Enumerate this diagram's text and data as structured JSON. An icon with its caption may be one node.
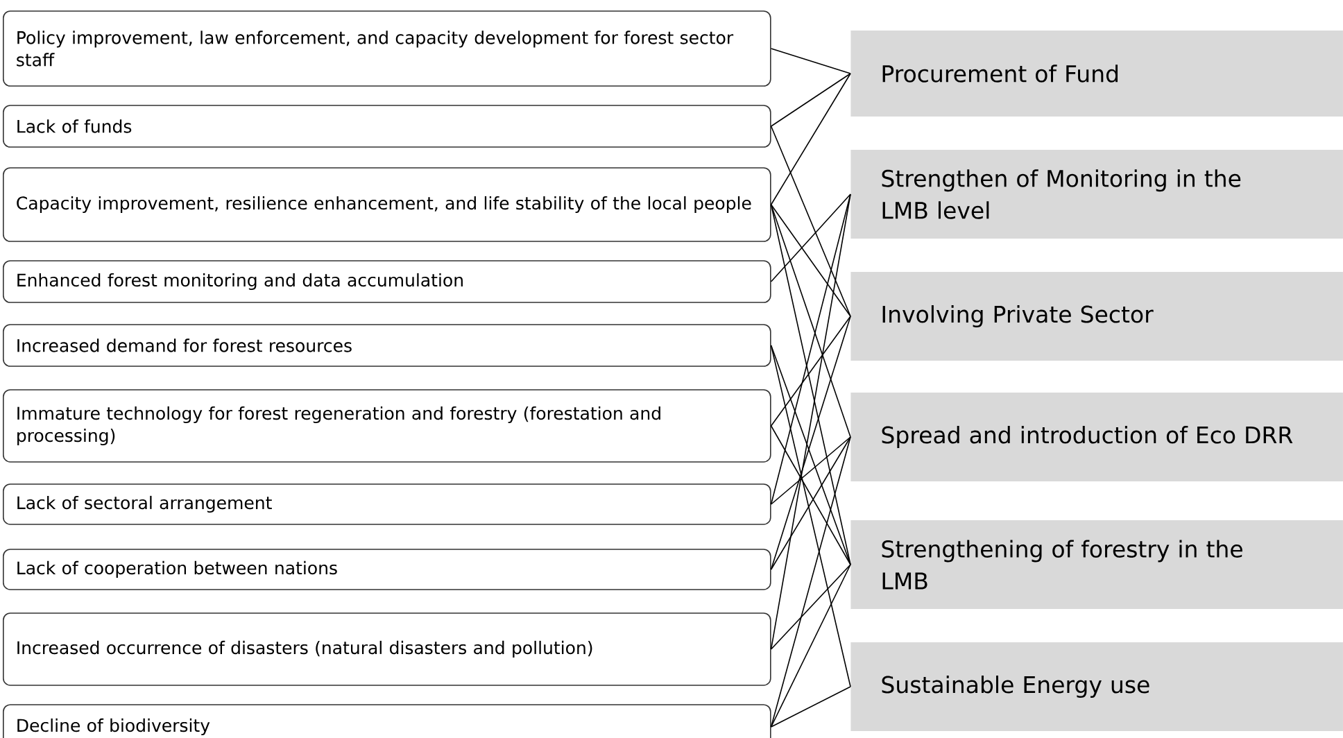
{
  "diagram": {
    "nodes": [
      {
        "text": [
          "Policy improvement, law enforcement, and capacity development for forest sector staff"
        ]
      },
      {
        "text": [
          "Lack of funds"
        ]
      },
      {
        "text": [
          "Capacity improvement, resilience  enhancement, and life stability of the local people"
        ]
      },
      {
        "text": [
          "Enhanced forest monitoring and data accumulation"
        ]
      },
      {
        "text": [
          "Increased demand for forest resources"
        ]
      },
      {
        "text": [
          "Immature technology for forest regeneration and forestry (forestation and processing)"
        ]
      },
      {
        "text": [
          "Lack of sectoral arrangement"
        ]
      },
      {
        "text": [
          "Lack of cooperation between nations"
        ]
      },
      {
        "text": [
          "Increased occurrence of disasters (natural disasters and pollution)"
        ]
      },
      {
        "text": [
          "Decline of biodiversity"
        ]
      },
      {
        "text": [
          "Procurement of Fund"
        ]
      },
      {
        "text": [
          "Strengthen of Monitoring in the LMB level"
        ]
      },
      {
        "text": [
          "Involving Private Sector"
        ]
      },
      {
        "text": [
          "Spread and introduction of Eco DRR"
        ]
      },
      {
        "text": [
          "Strengthening of forestry in the LMB"
        ]
      },
      {
        "text": [
          "Sustainable Energy use"
        ]
      }
    ],
    "edges": [
      {
        "from": 0,
        "to": 10,
        "arrow": "none"
      },
      {
        "from": 1,
        "to": 10,
        "arrow": "none"
      },
      {
        "from": 2,
        "to": 10,
        "arrow": "none"
      },
      {
        "from": 1,
        "to": 12,
        "arrow": "none"
      },
      {
        "from": 2,
        "to": 12,
        "arrow": "none"
      },
      {
        "from": 2,
        "to": 13,
        "arrow": "none"
      },
      {
        "from": 2,
        "to": 14,
        "arrow": "none"
      },
      {
        "from": 3,
        "to": 11,
        "arrow": "none"
      },
      {
        "from": 4,
        "to": 14,
        "arrow": "none"
      },
      {
        "from": 4,
        "to": 15,
        "arrow": "none"
      },
      {
        "from": 5,
        "to": 12,
        "arrow": "none"
      },
      {
        "from": 5,
        "to": 14,
        "arrow": "none"
      },
      {
        "from": 6,
        "to": 11,
        "arrow": "none"
      },
      {
        "from": 6,
        "to": 13,
        "arrow": "none"
      },
      {
        "from": 7,
        "to": 12,
        "arrow": "none"
      },
      {
        "from": 7,
        "to": 13,
        "arrow": "none"
      },
      {
        "from": 8,
        "to": 11,
        "arrow": "none"
      },
      {
        "from": 8,
        "to": 14,
        "arrow": "none"
      },
      {
        "from": 9,
        "to": 13,
        "arrow": "none"
      },
      {
        "from": 9,
        "to": 14,
        "arrow": "none"
      },
      {
        "from": 9,
        "to": 15,
        "arrow": "none"
      }
    ]
  }
}
